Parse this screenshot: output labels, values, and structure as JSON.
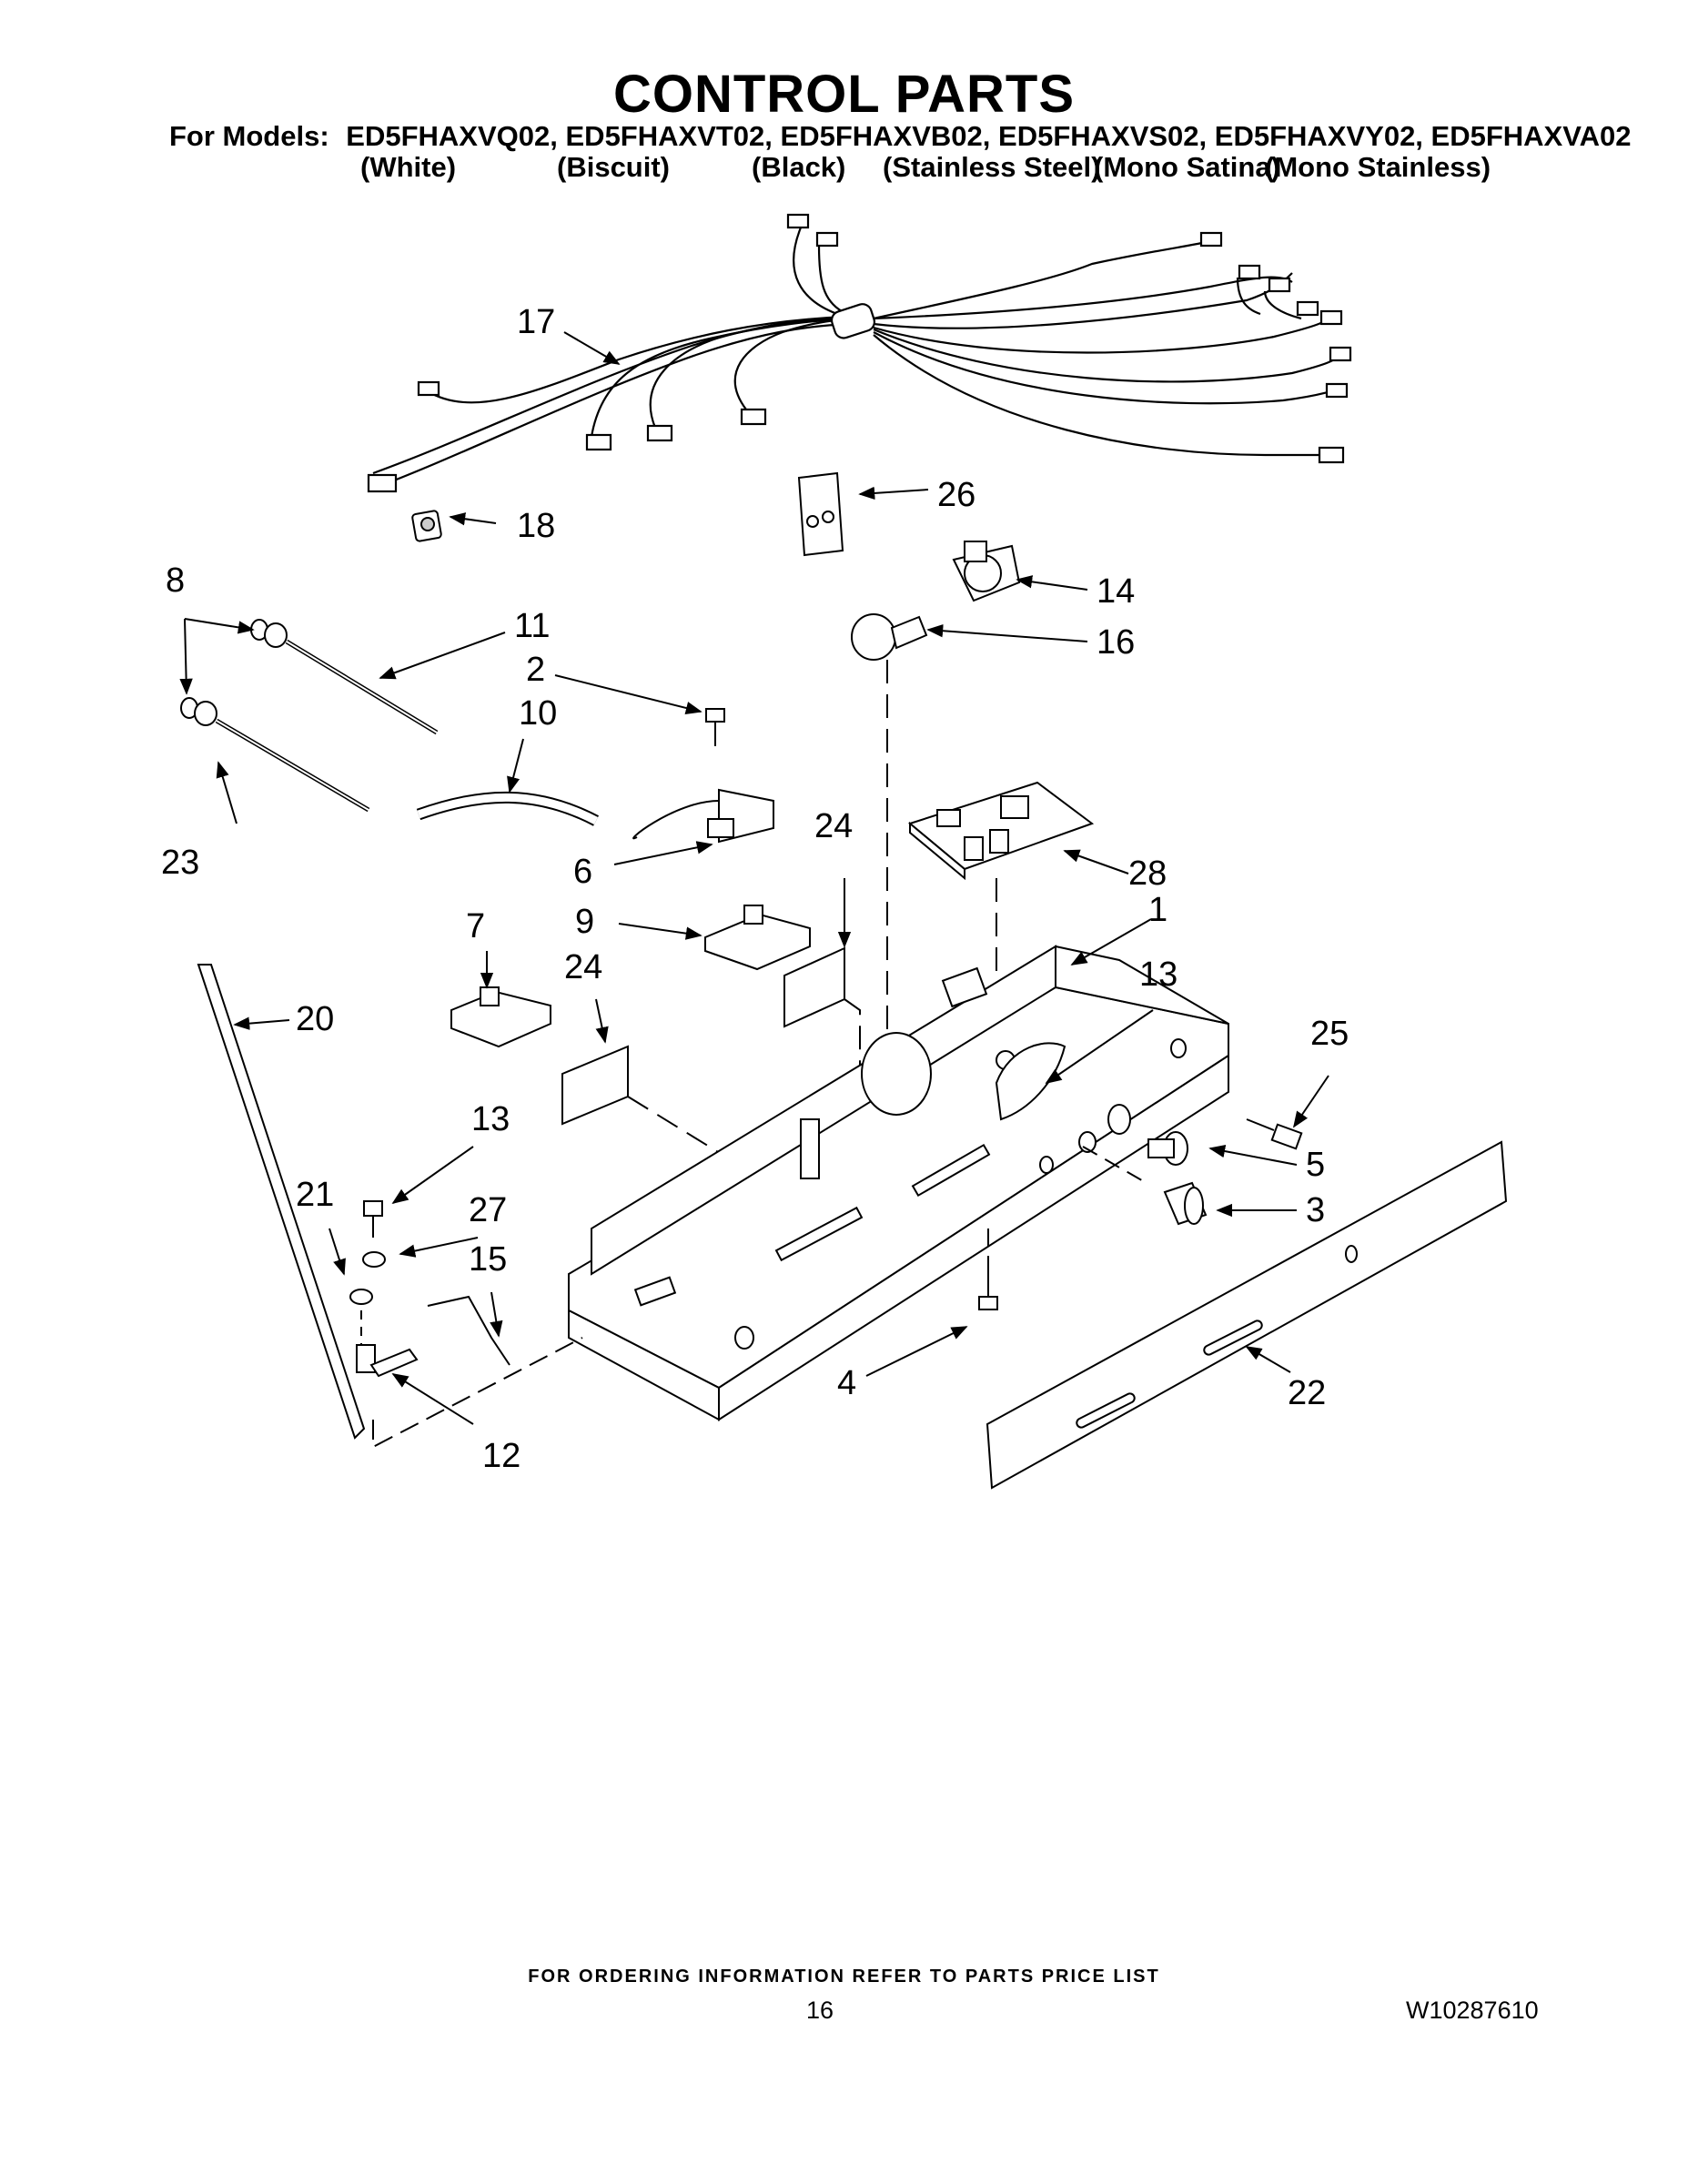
{
  "header": {
    "title": "CONTROL PARTS",
    "models_label": "For Models:",
    "models": [
      "ED5FHAXVQ02,",
      "ED5FHAXVT02,",
      "ED5FHAXVB02,",
      "ED5FHAXVS02,",
      "ED5FHAXVY02,",
      "ED5FHAXVA02"
    ],
    "colors": [
      "(White)",
      "(Biscuit)",
      "(Black)",
      "(Stainless Steel)",
      "(Mono Satina)",
      "(Mono Stainless)"
    ]
  },
  "callouts": [
    "1",
    "2",
    "3",
    "4",
    "5",
    "6",
    "7",
    "8",
    "9",
    "10",
    "11",
    "12",
    "13",
    "13",
    "14",
    "15",
    "16",
    "17",
    "18",
    "20",
    "21",
    "22",
    "23",
    "24",
    "24",
    "25",
    "26",
    "27",
    "28"
  ],
  "footer": {
    "ordering_note": "FOR ORDERING INFORMATION REFER TO PARTS PRICE LIST",
    "page_number": "16",
    "document_number": "W10287610"
  }
}
